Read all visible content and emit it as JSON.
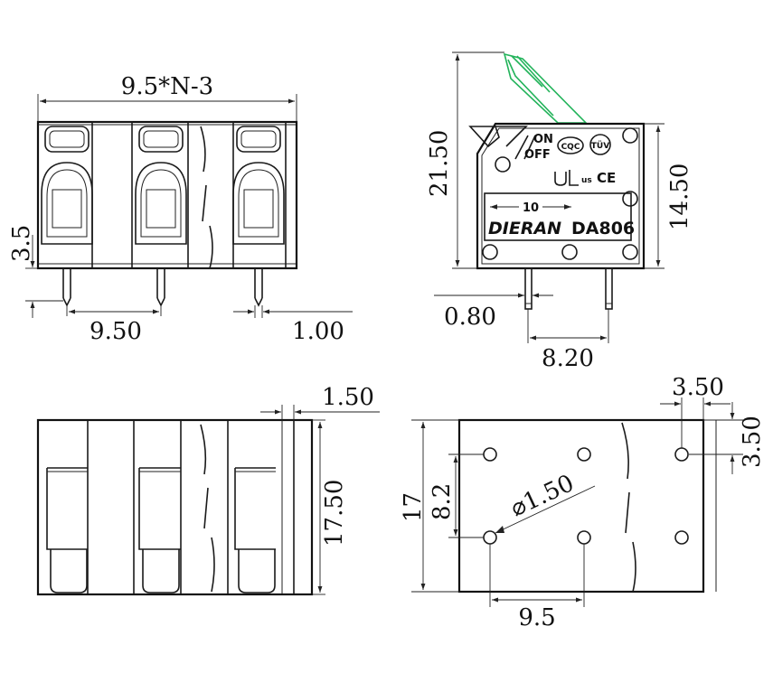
{
  "dimensions": {
    "front_width": "9.5*N-3",
    "front_height": "3.5",
    "front_pitch": "9.50",
    "front_pin": "1.00",
    "side_height": "21.50",
    "side_body": "14.50",
    "side_pin": "0.80",
    "side_pin_pitch": "8.20",
    "bottom_edge": "1.50",
    "bottom_height": "17.50",
    "pcb_offset_x": "3.50",
    "pcb_offset_y": "3.50",
    "pcb_height": "17",
    "pcb_row_gap": "8.2",
    "pcb_hole": "⌀1.50",
    "pcb_pitch": "9.5"
  },
  "side_label": {
    "on": "ON",
    "off": "OFF",
    "cqc": "CQC",
    "tuv": "TÜV",
    "ul": "ᴿ𝐔𝐋",
    "us": "us",
    "ce": "CE",
    "pitch_mark": "10",
    "brand": "DIERAN",
    "model": "DA806"
  },
  "colors": {
    "line": "#1a1a1a",
    "lever": "#22b35a"
  }
}
